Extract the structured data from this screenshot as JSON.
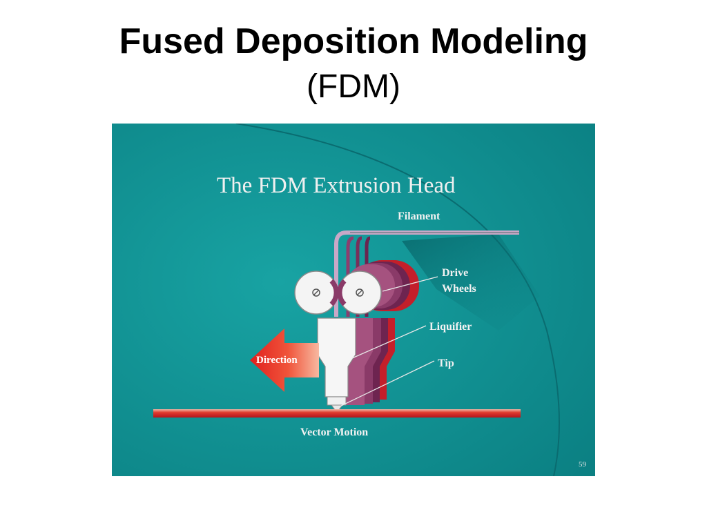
{
  "header": {
    "title": "Fused Deposition Modeling",
    "subtitle": "(FDM)"
  },
  "figure": {
    "heading": "The FDM Extrusion Head",
    "labels": {
      "filament": "Filament",
      "drive_line1": "Drive",
      "drive_line2": "Wheels",
      "liquifier": "Liquifier",
      "tip": "Tip",
      "direction": "Direction",
      "vector_motion": "Vector Motion"
    },
    "page_number": "59"
  },
  "colors": {
    "teal": "#0f8c8c",
    "purple": "#7a2f5a",
    "red": "#d8242a",
    "text_light": "#f2f2f2"
  }
}
